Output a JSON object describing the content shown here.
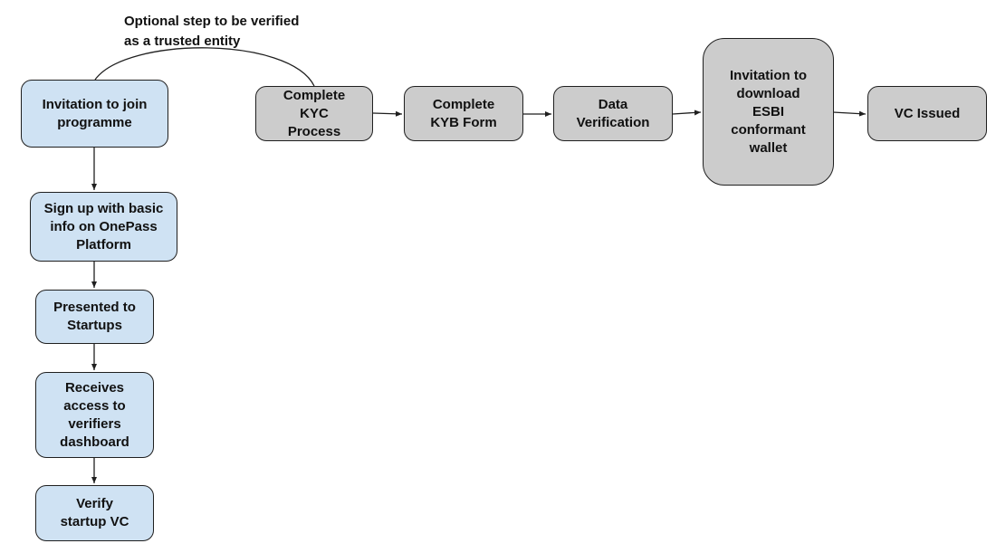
{
  "annotation": {
    "line1": "Optional step to be verified",
    "line2": "as a trusted entity"
  },
  "nodes": {
    "invitation_join": [
      "Invitation to join",
      "programme"
    ],
    "sign_up": [
      "Sign up with basic",
      "info on OnePass",
      "Platform"
    ],
    "presented": [
      "Presented to",
      "Startups"
    ],
    "receives_access": [
      "Receives",
      "access to",
      "verifiers",
      "dashboard"
    ],
    "verify_vc": [
      "Verify",
      "startup VC"
    ],
    "kyc": [
      "Complete",
      "KYC",
      "Process"
    ],
    "kyb": [
      "Complete",
      "KYB Form"
    ],
    "data_verification": [
      "Data",
      "Verification"
    ],
    "invitation_wallet": [
      "Invitation to",
      "download",
      "ESBI",
      "conformant",
      "wallet"
    ],
    "vc_issued": [
      "VC Issued"
    ]
  },
  "colors": {
    "left_column_fill": "#cfe2f3",
    "top_row_fill": "#cccccc",
    "stroke": "#1f1f1f"
  }
}
